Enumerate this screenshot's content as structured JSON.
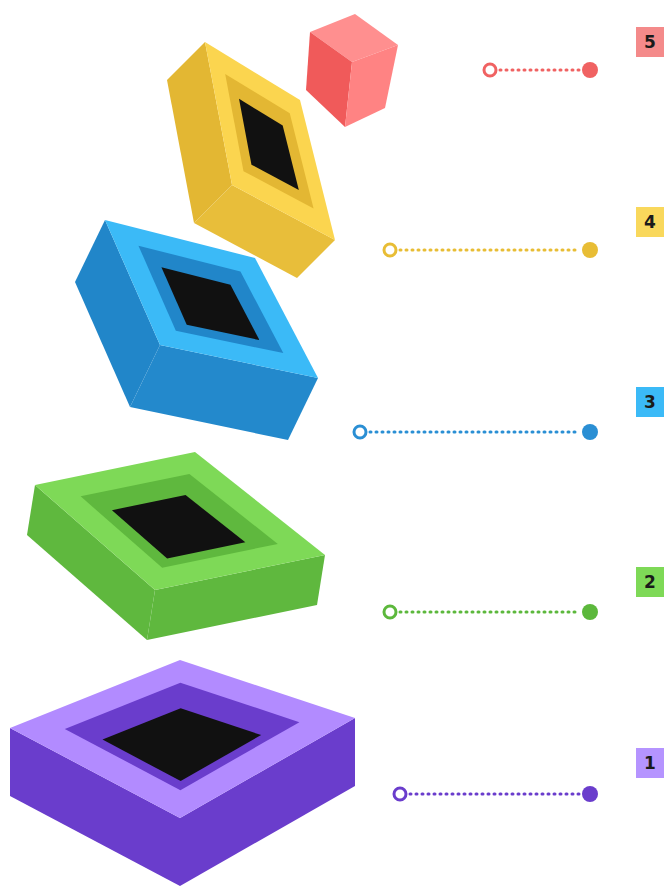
{
  "diagram": {
    "nodes": [
      {
        "text": [
          "5"
        ]
      },
      {
        "text": [
          "4"
        ]
      },
      {
        "text": [
          "3"
        ]
      },
      {
        "text": [
          "2"
        ]
      },
      {
        "text": [
          "1"
        ]
      }
    ]
  }
}
